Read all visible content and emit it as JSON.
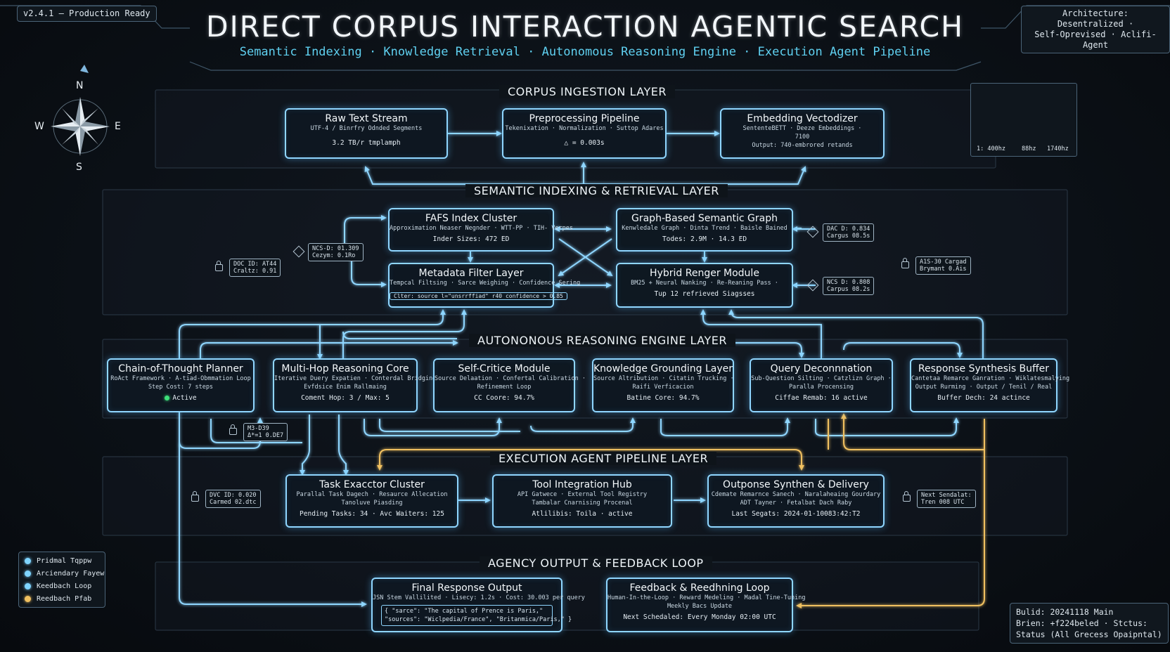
{
  "header": {
    "title": "DIRECT CORPUS INTERACTION AGENTIC SEARCH",
    "subtitle": "Semantic Indexing · Knowledge Retrieval · Autonomous Reasoning Engine · Execution Agent Pipeline",
    "version": "v2.4.1 – Production Ready",
    "architecture_line1": "Architecture: Desentralized ·",
    "architecture_line2": "Self-Oprevised · Aclifi-Agent"
  },
  "compass": {
    "n": "N",
    "s": "S",
    "e": "E",
    "w": "W"
  },
  "waveform": {
    "labels": [
      "1: 400hz",
      "88hz",
      "1740hz"
    ]
  },
  "layers": {
    "ingestion": "CORPUS INGESTION LAYER",
    "semantic": "SEMANTIC INDEXING & RETRIEVAL LAYER",
    "reasoning": "AUTONONOUS REASONING ENGINE LAYER",
    "execution": "EXECUTION AGENT PIPELINE LAYER",
    "output": "AGENCY OUTPUT & FEEDBACK LOOP"
  },
  "nodes": {
    "raw_text": {
      "title": "Raw Text Stream",
      "line1": "UTF-4 / Binrfry Odnded Segments",
      "stat": "3.2 TB/r tmplamph"
    },
    "preprocessing": {
      "title": "Preprocessing Pipeline",
      "line1": "Tekenixation · Normalization · Suttop Adares",
      "stat": "△ = 0.003s"
    },
    "embedding": {
      "title": "Embedding Vectodizer",
      "line1": "SententeBETT · Deeze Embeddings ·",
      "line2": "7100",
      "stat": "Output: 740-embrored retands"
    },
    "fafs": {
      "title": "FAFS Index Cluster",
      "line1": "Approximation Neaser Negnder · WTT-PP · TIH- Verpes",
      "stat": "Inder Sizes: 472 ED"
    },
    "graph": {
      "title": "Graph-Based Semantic Graph",
      "line1": "Kenwledale Graph · Dinta Trend · Baisle Bained",
      "stat": "Todes: 2.9M · 14.3 ED"
    },
    "metadata": {
      "title": "Metadata Filter Layer",
      "line1": "Tempcal Filtsing · Sarce Weighing · Confidence Sering",
      "code": "Clter: source l=\"unsrrffiad\" r40 confidence > 0.85"
    },
    "hybrid": {
      "title": "Hybrid Renger Module",
      "line1": "BM25 + Neural Nanking · Re-Reaning Pass ·",
      "stat": "Tup 12 refrieved Siagsses"
    },
    "cot": {
      "title": "Chain-of-Thought Planner",
      "line1": "RoAct Framework · A-tiad-Obmmation Loop",
      "line2": "Step Cost: 7 steps",
      "stat": "Active"
    },
    "multihop": {
      "title": "Multi-Hop Reasoning Core",
      "line1": "Iterative Duery Expatien · Conterdal Bridging",
      "line2": "Evfdsice Enim Rallmaing",
      "stat": "Coment Hop: 3 / Max: 5"
    },
    "selfcritic": {
      "title": "Self-Critice Module",
      "line1": "Source Delaation · Confertal Calibration ·",
      "line2": "Refinement Loop",
      "stat": "CC Coore: 94.7%"
    },
    "grounding": {
      "title": "Knowledge Grounding Layer",
      "line1": "Source Altribution · Citatin Trucking ·",
      "line2": "Raifi Verficacion",
      "stat": "Batine Core: 94.7%"
    },
    "query": {
      "title": "Query Deconnnation",
      "line1": "Sub-Question Silting · Catzlizn Graph ·",
      "line2": "Paralla Procensing",
      "stat": "Ciffae Remab: 16 active"
    },
    "response": {
      "title": "Response Synthesis Buffer",
      "line1": "Cantetaa Remarce Ganration · Wiklatesmalying",
      "line2": "Output Rurming · Output / Tenil / Real",
      "stat": "Buffer Dech: 24 actince"
    },
    "executor": {
      "title": "Task Exacctor Cluster",
      "line1": "Parallal Task Dagech · Resaurce Allecation",
      "line2": "Tanoluve Piasding",
      "stat": "Pending Tasks: 34 · Avc Waiters: 125"
    },
    "toolhub": {
      "title": "Tool Integration Hub",
      "line1": "API Gatwece · External Tool Registry",
      "line2": "Tambalar Cnarnising Procenal",
      "stat": "Atlilibis: Toila · active"
    },
    "synthdelivery": {
      "title": "Outponse Synthen & Delivery",
      "line1": "Cdemate Remarnce Sanech · Naralaheaing Gourdary",
      "line2": "ADT Tayner · Fetalbat Dach Raby",
      "stat": "Last Segats: 2024-01-10083:42:T2"
    },
    "final": {
      "title": "Final Response Output",
      "line1": "JSN Stem Vallilited · Lisecy: 1.2s · Cost: 30.003 per query",
      "code1": "{ \"sarce\": \"The capital of Prence is Paris,\"",
      "code2": "\"sources\": \"Wiclpedia/France\", \"Britanmica/Paris,\" }"
    },
    "feedback": {
      "title": "Feedback & Reedhning Loop",
      "line1": "Human-In-the-Loop · Reward Medeling · Madal Tine-Tuning",
      "line2": "Meekly Bacs Update",
      "stat": "Next Schedaled: Every Monday 02:00 UTC"
    }
  },
  "tags": {
    "t1a": "DOC ID: AT44",
    "t1b": "Craltz: 0.91",
    "t2a": "NCS-D: 01.309",
    "t2b": "Cezym: 0.1Ro",
    "t3a": "DAC D: 0.834",
    "t3b": "Cargus 08.5s",
    "t4a": "NCS D: 0.808",
    "t4b": "Carpus 08.2s",
    "t5a": "A1S-30 Cargad",
    "t5b": "Brymant 0.Ais",
    "t6a": "M3-D39",
    "t6b": "Δ*=1 0.DE7",
    "t7a": "DVC ID: 0.020",
    "t7b": "Carmed 02.dtc",
    "t8a": "Next Sendalat:",
    "t8b": "Tren 008 UTC"
  },
  "legend": [
    {
      "label": "Pridmal Tqppw",
      "color": "#7fd4ff"
    },
    {
      "label": "Arciendary Fayew",
      "color": "#7fd4ff"
    },
    {
      "label": "Keedbach Loop",
      "color": "#7fd4ff"
    },
    {
      "label": "Reedbach Pfab",
      "color": "#f0c060"
    }
  ],
  "build": {
    "line1": "Bulid: 20241118    Main",
    "line2": "Brien: +f224beled · Stctus:",
    "line3": "Status (All Grecess Opaipntal)"
  },
  "colors": {
    "primary": "#7fd4ff",
    "feedback": "#f0c060",
    "active": "#3ee07a"
  }
}
